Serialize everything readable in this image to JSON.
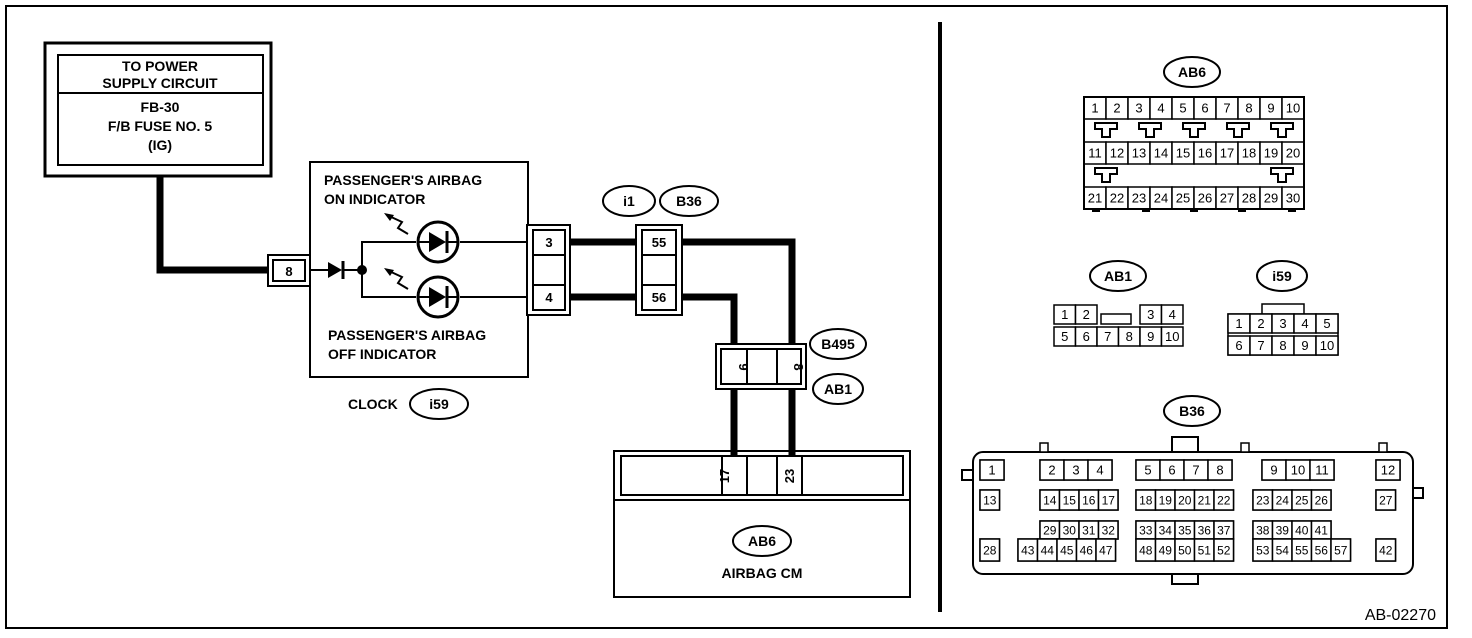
{
  "figure_id": "AB-02270",
  "power": {
    "title_1": "TO POWER",
    "title_2": "SUPPLY CIRCUIT",
    "line_1": "FB-30",
    "line_2": "F/B FUSE NO. 5",
    "line_3": "(IG)"
  },
  "clock": {
    "pin_in": "8",
    "on_label_1": "PASSENGER'S AIRBAG",
    "on_label_2": "ON INDICATOR",
    "off_label_1": "PASSENGER'S AIRBAG",
    "off_label_2": "OFF INDICATOR",
    "name": "CLOCK",
    "connector": "i59",
    "pin_out_top": "3",
    "pin_out_bottom": "4"
  },
  "conn_i1": "i1",
  "conn_b36": "B36",
  "conn_b495": "B495",
  "conn_ab1": "AB1",
  "mid_pins": {
    "top": "55",
    "bottom": "56"
  },
  "ab1_pins": {
    "left": "9",
    "right": "8"
  },
  "cm": {
    "connector": "AB6",
    "name": "AIRBAG CM",
    "pin_left": "17",
    "pin_right": "23"
  },
  "face": {
    "ab6": {
      "label": "AB6",
      "row1": [
        "1",
        "2",
        "3",
        "4",
        "5",
        "6",
        "7",
        "8",
        "9",
        "10"
      ],
      "row2": [
        "11",
        "12",
        "13",
        "14",
        "15",
        "16",
        "17",
        "18",
        "19",
        "20"
      ],
      "row3": [
        "21",
        "22",
        "23",
        "24",
        "25",
        "26",
        "27",
        "28",
        "29",
        "30"
      ]
    },
    "ab1": {
      "label": "AB1",
      "top": [
        "1",
        "2",
        "3",
        "4"
      ],
      "bottom": [
        "5",
        "6",
        "7",
        "8",
        "9",
        "10"
      ]
    },
    "i59": {
      "label": "i59",
      "top": [
        "1",
        "2",
        "3",
        "4",
        "5"
      ],
      "bottom": [
        "6",
        "7",
        "8",
        "9",
        "10"
      ]
    },
    "b36": {
      "label": "B36",
      "r1": [
        [
          "1"
        ],
        [
          "2",
          "3",
          "4"
        ],
        [
          "5",
          "6",
          "7",
          "8"
        ],
        [
          "9",
          "10",
          "11"
        ],
        [
          "12"
        ]
      ],
      "r2": [
        [
          "13"
        ],
        [
          "14",
          "15",
          "16",
          "17"
        ],
        [
          "18",
          "19",
          "20",
          "21",
          "22"
        ],
        [
          "23",
          "24",
          "25",
          "26"
        ],
        [
          "27"
        ]
      ],
      "r3": [
        [
          "29",
          "30",
          "31",
          "32"
        ],
        [
          "33",
          "34",
          "35",
          "36",
          "37"
        ],
        [
          "38",
          "39",
          "40",
          "41"
        ]
      ],
      "r4": [
        [
          "28"
        ],
        [
          "43",
          "44",
          "45",
          "46",
          "47"
        ],
        [
          "48",
          "49",
          "50",
          "51",
          "52"
        ],
        [
          "53",
          "54",
          "55",
          "56",
          "57"
        ],
        [
          "42"
        ]
      ]
    }
  }
}
